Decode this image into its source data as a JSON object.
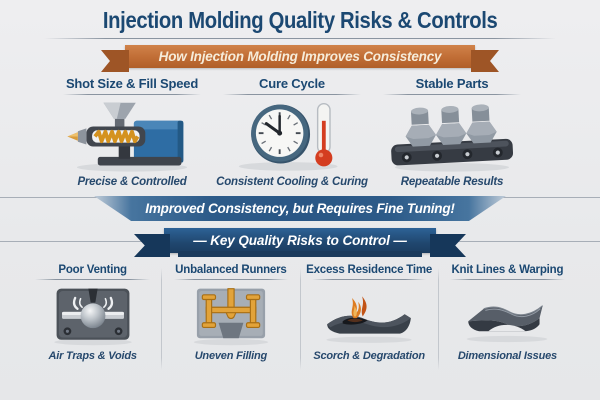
{
  "title": "Injection Molding Quality Risks & Controls",
  "banners": {
    "top": "How Injection Molding Improves Consistency",
    "middle": "Improved Consistency, but Requires Fine Tuning!",
    "risks": "— Key Quality Risks to Control —"
  },
  "benefits": [
    {
      "heading": "Shot Size & Fill Speed",
      "caption": "Precise & Controlled",
      "icon": "injection-molding-machine-icon"
    },
    {
      "heading": "Cure Cycle",
      "caption": "Consistent Cooling & Curing",
      "icon": "clock-thermometer-icon"
    },
    {
      "heading": "Stable Parts",
      "caption": "Repeatable Results",
      "icon": "conveyor-parts-icon"
    }
  ],
  "risks": [
    {
      "heading": "Poor Venting",
      "caption": "Air Traps & Voids",
      "icon": "vented-mold-icon"
    },
    {
      "heading": "Unbalanced Runners",
      "caption": "Uneven Filling",
      "icon": "runner-system-icon"
    },
    {
      "heading": "Excess Residence Time",
      "caption": "Scorch & Degradation",
      "icon": "scorched-part-icon"
    },
    {
      "heading": "Knit Lines & Warping",
      "caption": "Dimensional Issues",
      "icon": "warped-part-icon"
    }
  ],
  "colors": {
    "background": "#e9eaec",
    "navy_text": "#1b4872",
    "caption_text": "#27496d",
    "orange_ribbon": "#c06d35",
    "blue_banner": "#295685",
    "navy_ribbon": "#20476f",
    "runner_orange": "#e2a33a",
    "flame_orange": "#dd7c22"
  }
}
